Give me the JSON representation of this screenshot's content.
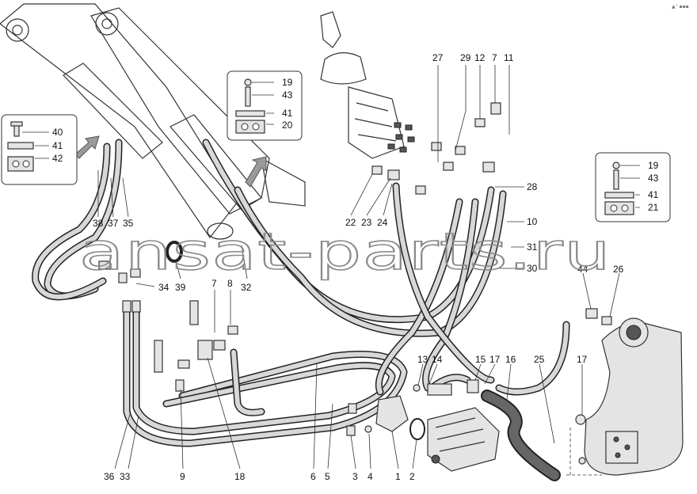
{
  "watermark": "ansat-parts.ru",
  "corner_mark": "▲° ▪▪▪",
  "insets": {
    "left": [
      "40",
      "41",
      "42"
    ],
    "middle": [
      "19",
      "43",
      "41",
      "20"
    ],
    "right": [
      "19",
      "43",
      "41",
      "21"
    ]
  },
  "callouts": {
    "n27": "27",
    "n29": "29",
    "n12": "12",
    "n7a": "7",
    "n11": "11",
    "n28": "28",
    "n10": "10",
    "n31": "31",
    "n30": "30",
    "n22": "22",
    "n23": "23",
    "n24": "24",
    "n38": "38",
    "n37": "37",
    "n35": "35",
    "n34": "34",
    "n39": "39",
    "n7b": "7",
    "n8": "8",
    "n32": "32",
    "n44": "44",
    "n26": "26",
    "n17a": "17",
    "n13": "13",
    "n14": "14",
    "n15": "15",
    "n17b": "17",
    "n16": "16",
    "n25": "25",
    "n36": "36",
    "n33": "33",
    "n9": "9",
    "n18": "18",
    "n6": "6",
    "n5": "5",
    "n3": "3",
    "n4": "4",
    "n1": "1",
    "n2": "2"
  }
}
